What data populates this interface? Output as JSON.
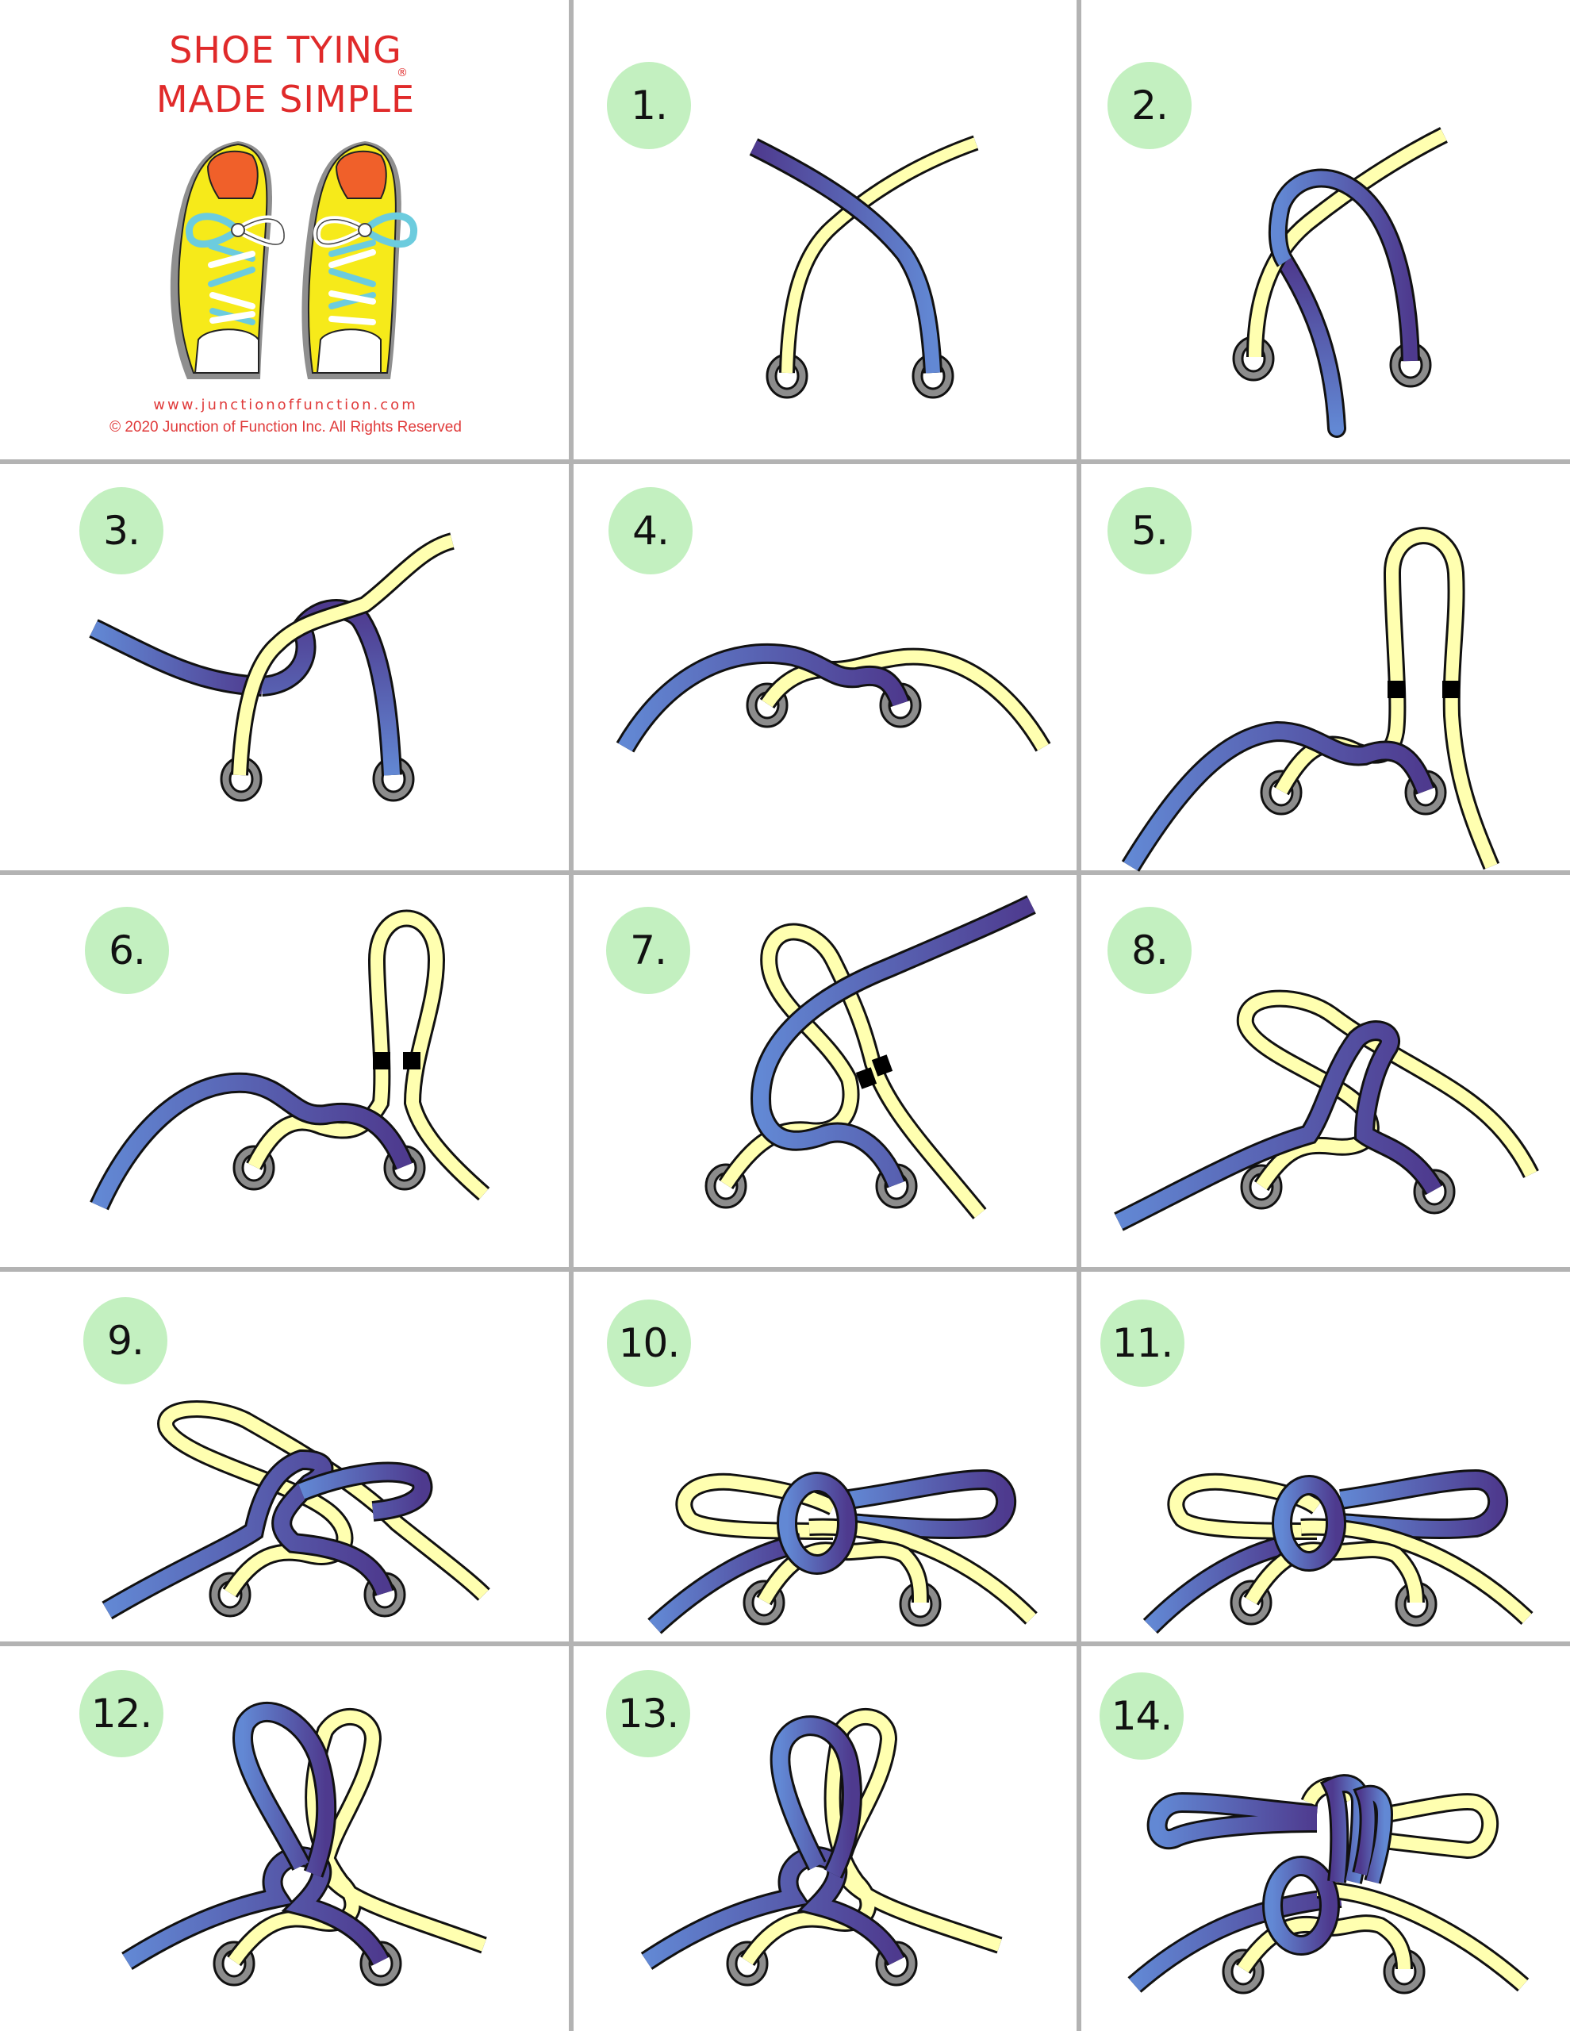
{
  "header": {
    "title_line1": "SHOE TYING",
    "title_line2": "MADE SIMPLE",
    "registered_mark": "®",
    "website": "www.junctionoffunction.com",
    "copyright": "© 2020 Junction of Function Inc. All Rights Reserved"
  },
  "colors": {
    "title_red": "#e02a2a",
    "badge_green": "#c3f0c0",
    "grid_grey": "#b3b3b3",
    "lace_yellow": "#ffffb0",
    "lace_blue_light": "#6288d4",
    "lace_blue_dark": "#4e3a8e",
    "eyelet_grey": "#8c8c8c",
    "shoe_yellow": "#f6ea1a",
    "shoe_orange": "#f0602a",
    "shoe_lace_cyan": "#6cccde"
  },
  "steps": [
    {
      "label": "1."
    },
    {
      "label": "2."
    },
    {
      "label": "3."
    },
    {
      "label": "4."
    },
    {
      "label": "5."
    },
    {
      "label": "6."
    },
    {
      "label": "7."
    },
    {
      "label": "8."
    },
    {
      "label": "9."
    },
    {
      "label": "10."
    },
    {
      "label": "11."
    },
    {
      "label": "12."
    },
    {
      "label": "13."
    },
    {
      "label": "14."
    }
  ]
}
